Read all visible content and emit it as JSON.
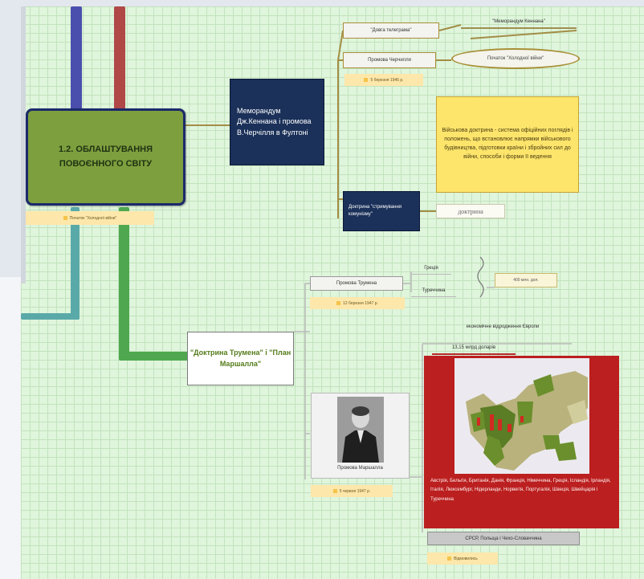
{
  "central": {
    "title": "1.2. ОБЛАШТУВАННЯ ПОВОЄННОГО СВІТУ",
    "tag": "Початок \"Холодної війни\""
  },
  "memorandum": {
    "label": "Меморандум Дж.Кеннана і промова В.Черчілля в Фултоні",
    "telegram": "\"Довга телеграма\"",
    "kennan_memo": "\"Меморандум Кеннана\"",
    "churchill_speech": "Промова Черчилля",
    "churchill_date": "5 березня 1946 р.",
    "cold_war_start": "Початок \"Холодної війни\"",
    "doctrine": "Доктрина \"стримування комунізму\"",
    "doctrine_word": "доктрина",
    "doctrine_note": "Військова доктрина - система офіційних поглядів і положень, що встановлює напрямки військового будівництва, підготовки країни і збройних сил до війни, способи і форми її ведення"
  },
  "truman_marshall": {
    "label": "\"Доктрина Трумена\" і \"План Маршалла\"",
    "truman_speech": "Промова Трумена",
    "truman_date": "12 березня 1947 р.",
    "greece": "Греція",
    "turkey": "Туреччина",
    "amount": "400 млн. дол.",
    "recovery": "економічне відродження Європи",
    "billions": "13,15 млрд доларів",
    "countries": "Австрія, Бельгія, Британія, Данія, Франція, Німеччина, Греція, Ісландія, Ірландія, Італія, Люксембург, Нідерланди, Норвегія, Португалія, Швеція, Швейцарія і Туреччина",
    "refused": "СРСР, Польща і Чехо-Словаччина",
    "refused_tag": "Відмовились",
    "marshall_caption": "Промова Маршалла",
    "marshall_date": "5 червня 1947 р."
  },
  "colors": {
    "grid_bg": "#dff5dc",
    "central_fill": "#7e9f3e",
    "central_border": "#1b2a6b",
    "navy": "#1b3159",
    "note_yellow": "#fde56c",
    "red_box": "#bb1f1f",
    "branch_blue": "#4a4fae",
    "branch_red": "#b04848",
    "branch_teal": "#5aa9a9",
    "branch_green": "#4fa84f"
  }
}
